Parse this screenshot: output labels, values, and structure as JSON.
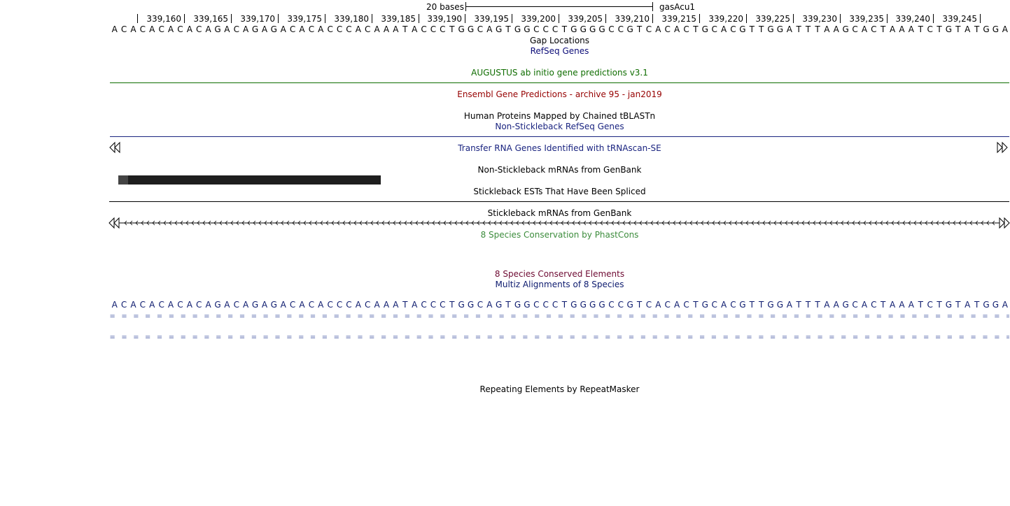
{
  "scale": {
    "label": "20 bases",
    "assembly": "gasAcu1"
  },
  "ruler": {
    "ticks": [
      "339,160",
      "339,165",
      "339,170",
      "339,175",
      "339,180",
      "339,185",
      "339,190",
      "339,195",
      "339,200",
      "339,205",
      "339,210",
      "339,215",
      "339,220",
      "339,225",
      "339,230",
      "339,235",
      "339,240",
      "339,245"
    ]
  },
  "sequence": "ACACACACACAGACAGAGACACACCCACAAATACCCTGGCAGTGGCCCTGGGGCCGTCACACTGCACGTTGGATTTAAGCACTAAATCTGTATGGA",
  "tracks": {
    "gap": "Gap Locations",
    "refseq": "RefSeq Genes",
    "augustus": "AUGUSTUS ab initio gene predictions v3.1",
    "ensembl": "Ensembl Gene Predictions - archive 95 - jan2019",
    "human_proteins": "Human Proteins Mapped by Chained tBLASTn",
    "non_stickleback_refseq": "Non-Stickleback RefSeq Genes",
    "trna": "Transfer RNA Genes Identified with tRNAscan-SE",
    "non_stickleback_mrna": "Non-Stickleback mRNAs from GenBank",
    "ests_spliced": "Stickleback ESTs That Have Been Spliced",
    "stickleback_mrna": "Stickleback mRNAs from GenBank",
    "phastcons": "8 Species Conservation by PhastCons",
    "conserved_elements": "8 Species Conserved Elements",
    "multiz": "Multiz Alignments of 8 Species",
    "repeatmasker": "Repeating Elements by RepeatMasker"
  },
  "colors": {
    "refseq": "#0c0c78",
    "augustus": "#0f6d00",
    "ensembl": "#960000",
    "black": "#000000",
    "navy": "#1a2480",
    "phastcons": "#3c8c3c",
    "conserved": "#6e0a32",
    "multiz": "#0c1a6e",
    "seq_bottom": "#0c1a6e",
    "dash": "#6070b0"
  }
}
